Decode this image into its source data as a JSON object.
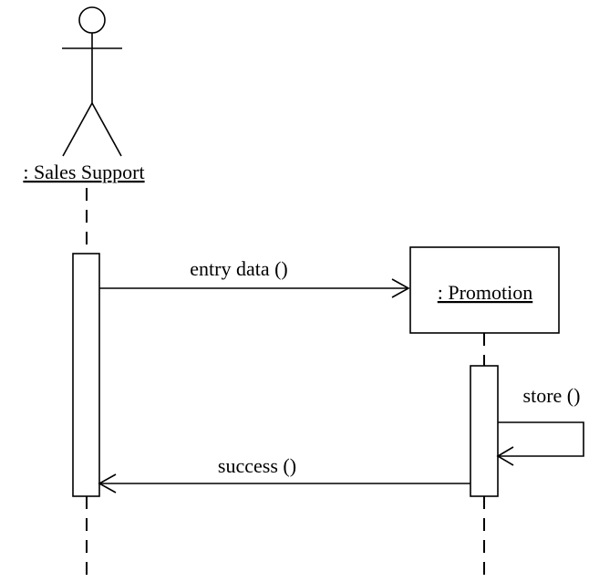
{
  "diagram": {
    "type": "sequence",
    "actor": {
      "label": ": Sales Support"
    },
    "object": {
      "label": ": Promotion"
    },
    "messages": [
      {
        "label": "entry data ()"
      },
      {
        "label": "store ()"
      },
      {
        "label": "success ()"
      }
    ]
  }
}
